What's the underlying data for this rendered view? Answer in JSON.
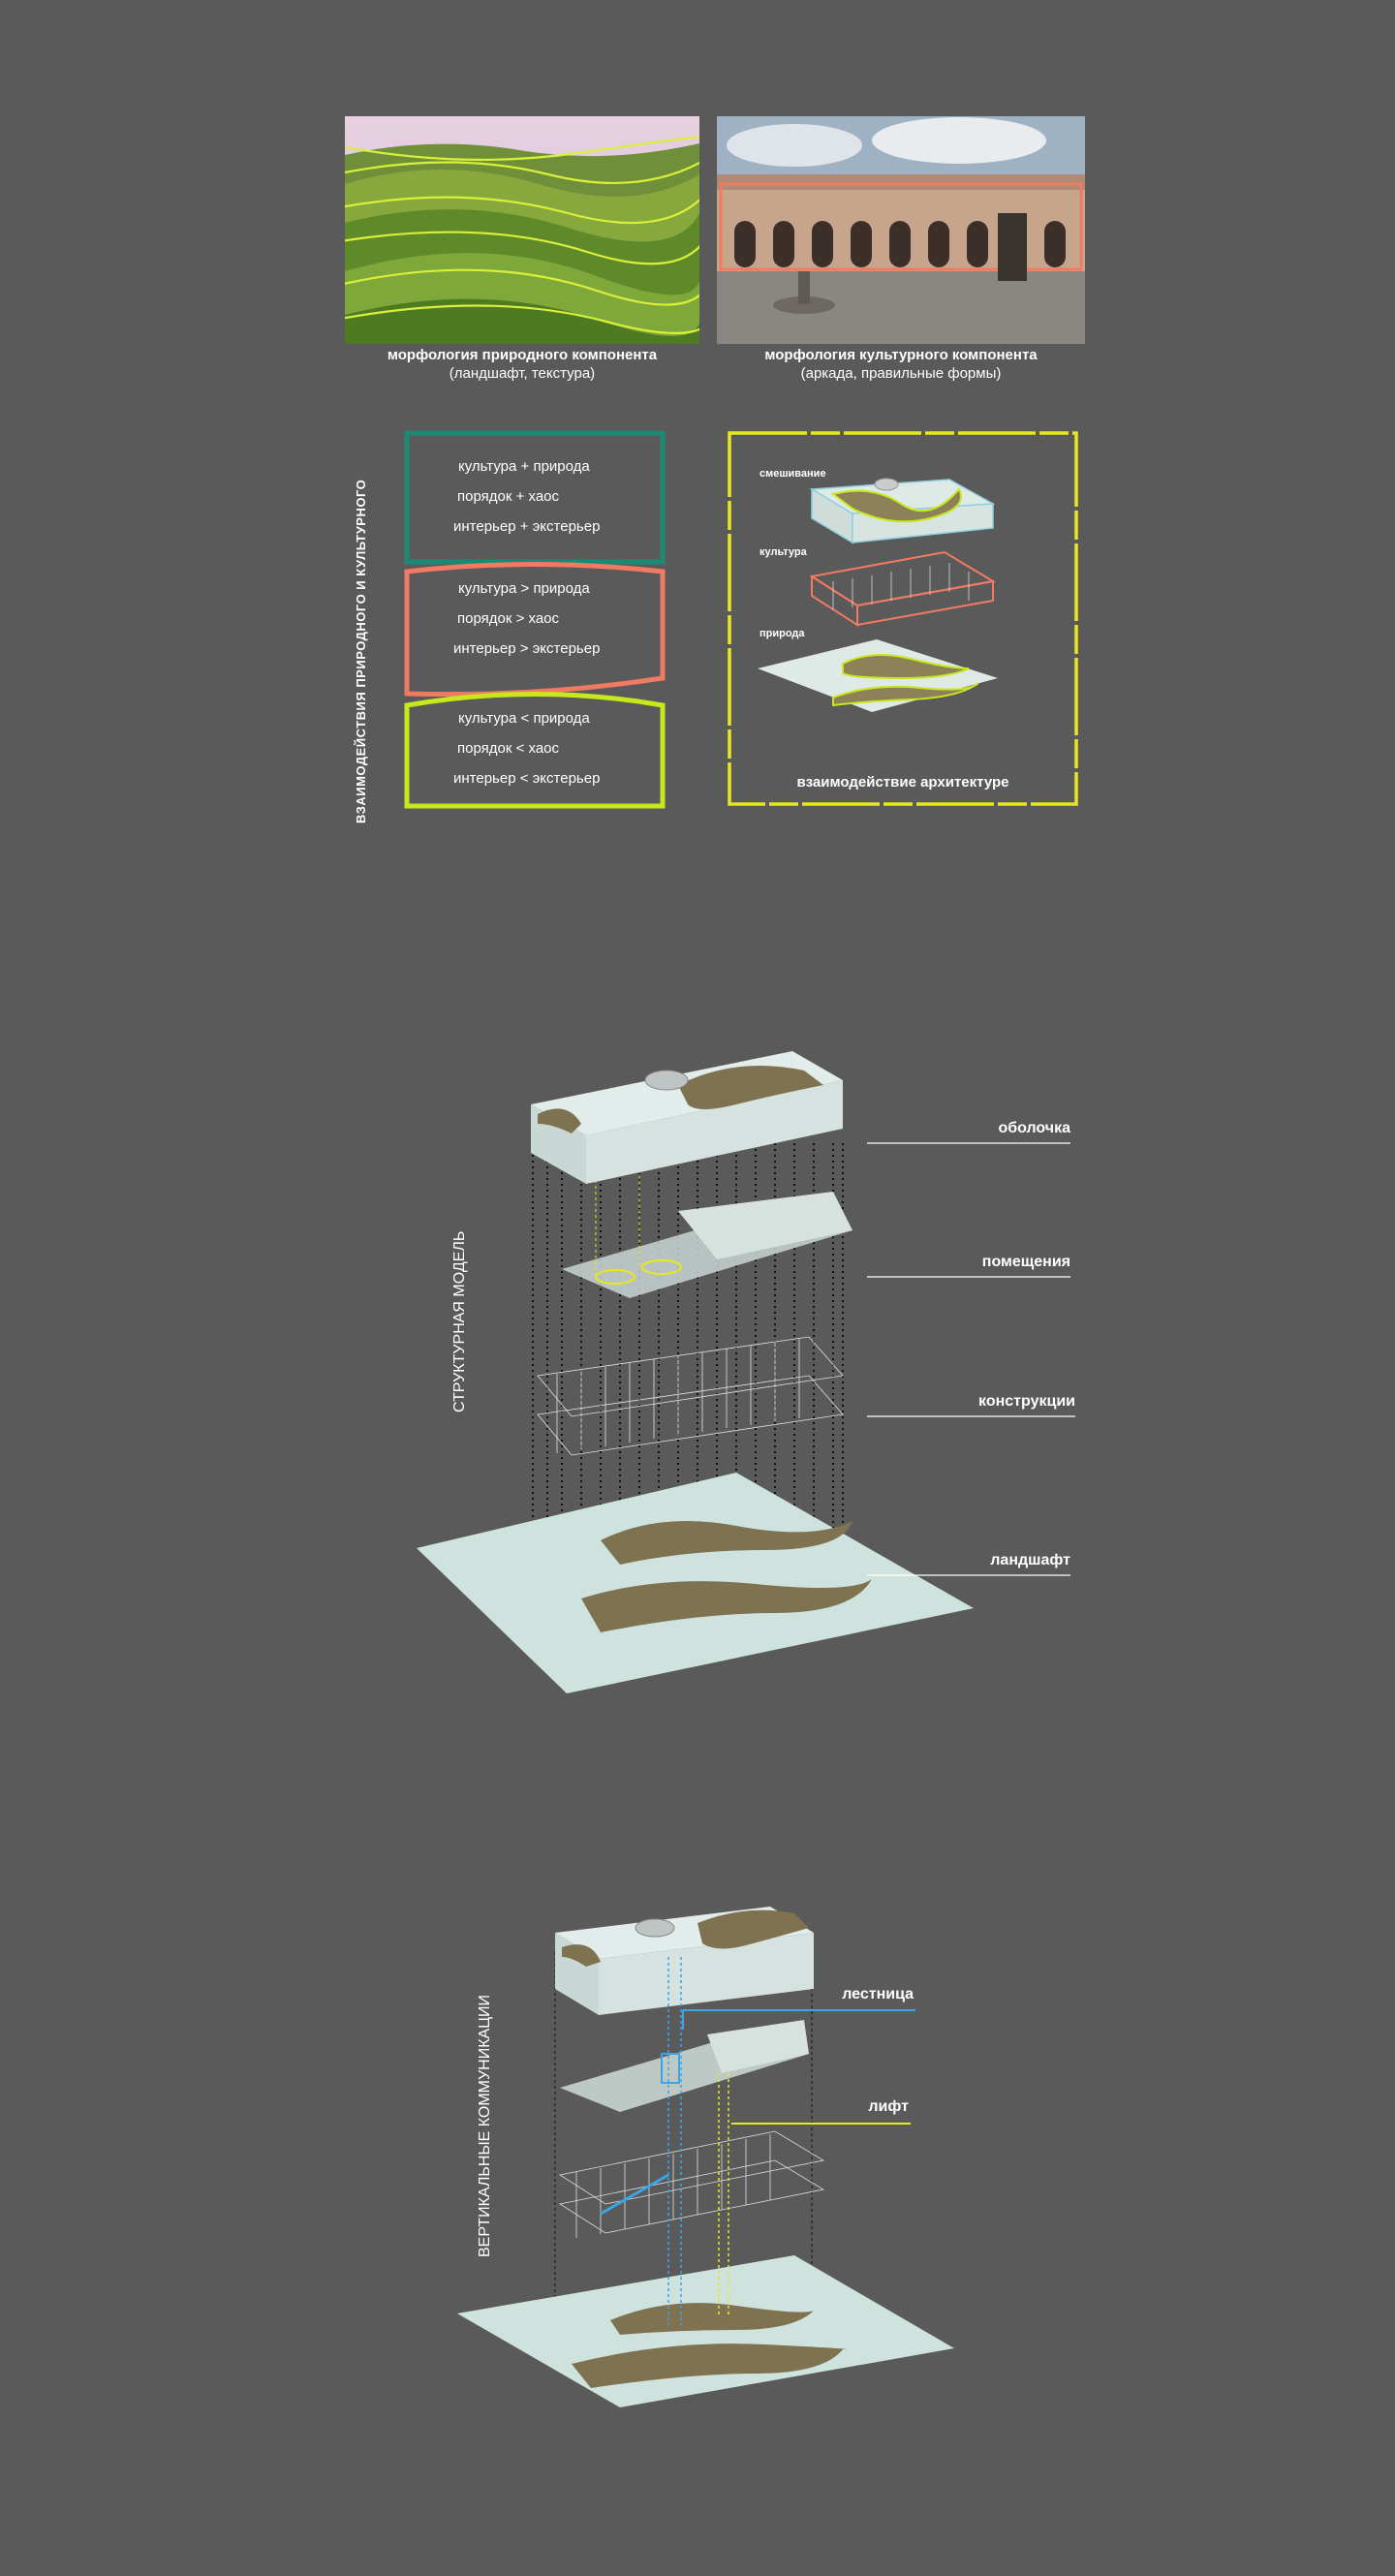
{
  "morphology": {
    "natural": {
      "title": "морфология природного компонента",
      "subtitle": "(ландшафт, текстура)"
    },
    "cultural": {
      "title": "морфология культурного компонента",
      "subtitle": "(аркада, правильные формы)"
    }
  },
  "interaction": {
    "side_label": "ВЗАИМОДЕЙСТВИЯ ПРИРОДНОГО И КУЛЬТУРНОГО",
    "boxes": [
      {
        "lines": [
          "культура + природа",
          "порядок + хаос",
          "интерьер + экстерьер"
        ],
        "color": "#1a8a74"
      },
      {
        "lines": [
          "культура > природа",
          "порядок > хаос",
          "интерьер > экстерьер"
        ],
        "color": "#f07a62"
      },
      {
        "lines": [
          "культура < природа",
          "порядок < хаос",
          "интерьер < экстерьер"
        ],
        "color": "#c8e81e"
      }
    ],
    "architecture": {
      "layers": [
        "смешивание",
        "культура",
        "природа"
      ],
      "caption": "взаимодействие архитектуре",
      "frame_color": "#e8e81e"
    }
  },
  "structural_model": {
    "title": "СТРУКТУРНАЯ МОДЕЛЬ",
    "layers": [
      "оболочка",
      "помещения",
      "конструкции",
      "ландшафт"
    ]
  },
  "vertical": {
    "title": "ВЕРТИКАЛЬНЫЕ КОММУНИКАЦИИ",
    "stair": {
      "label": "лестница",
      "color": "#3aa6e8"
    },
    "lift": {
      "label": "лифт",
      "color": "#e8e81e"
    }
  }
}
